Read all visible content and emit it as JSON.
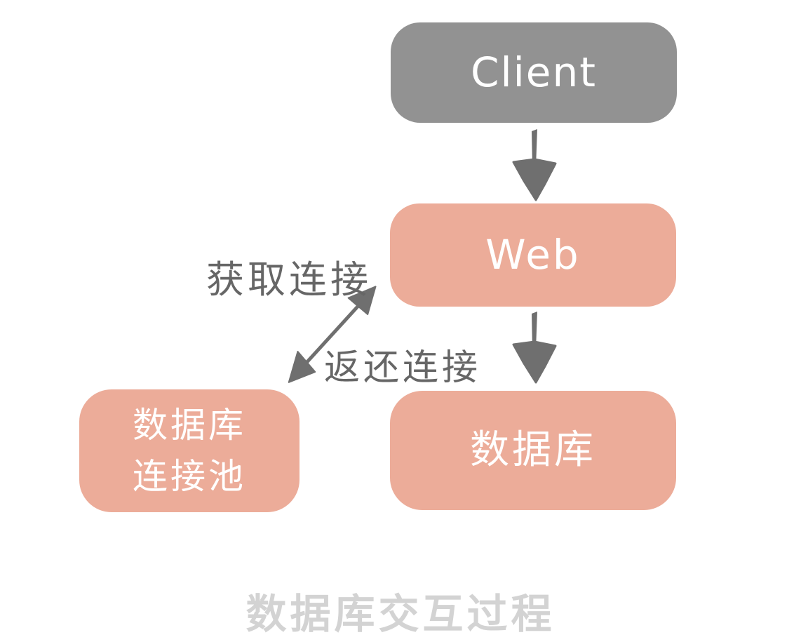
{
  "diagram": {
    "title": "数据库交互过程",
    "nodes": {
      "client": {
        "label": "Client"
      },
      "web": {
        "label": "Web"
      },
      "database": {
        "label": "数据库"
      },
      "pool": {
        "lines": [
          "数据库",
          "连接池"
        ]
      }
    },
    "edges": {
      "client_to_web": {
        "type": "arrow-down"
      },
      "web_to_database": {
        "type": "arrow-down"
      },
      "web_to_pool": {
        "type": "double-arrow-diagonal",
        "label_top": "获取连接",
        "label_bottom": "返还连接"
      }
    },
    "colors": {
      "node_gray": "#929292",
      "node_salmon": "#ECAC99",
      "node_text": "#FFFFFF",
      "arrow_gray": "#6F6F6F",
      "edge_label": "#666666",
      "title_text": "#D3D3D3",
      "background": "#FFFFFF"
    }
  }
}
